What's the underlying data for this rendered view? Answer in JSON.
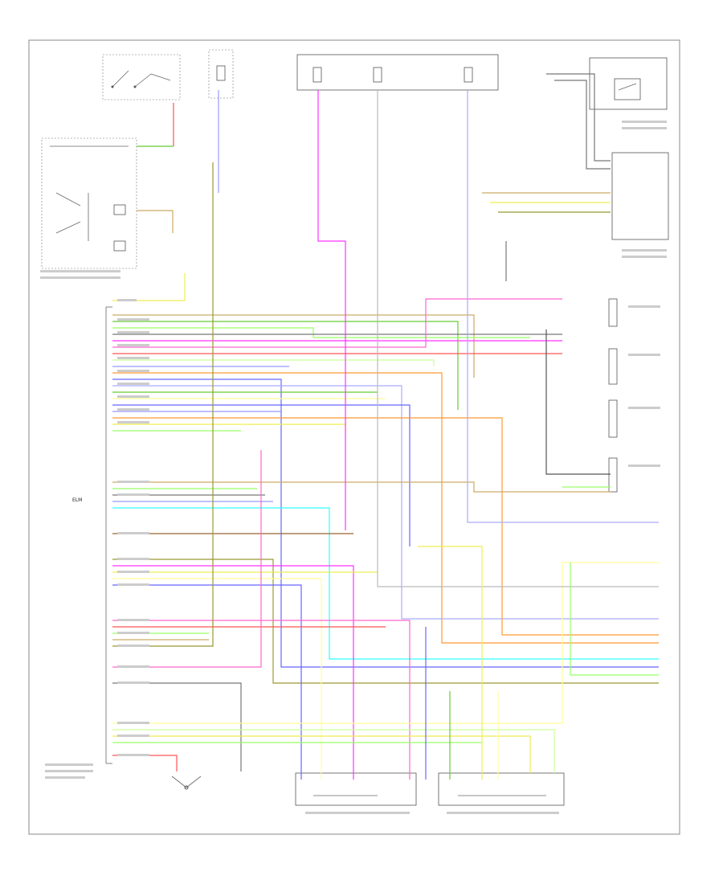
{
  "diagram": {
    "footer_code": "",
    "components": [
      {
        "id": "ignition-switch",
        "label": ""
      },
      {
        "id": "hot-at-all-times-fuse",
        "label": ""
      },
      {
        "id": "hot-in-run-fuse",
        "label": ""
      },
      {
        "id": "power-distribution-box",
        "label": ""
      },
      {
        "id": "central-locking-relay-module",
        "label": ""
      },
      {
        "id": "relay-block",
        "label": ""
      },
      {
        "id": "electronic-locking-module",
        "label": "ELM"
      },
      {
        "id": "driver-door-lock-switch",
        "label": ""
      },
      {
        "id": "passenger-door-lock-switch",
        "label": ""
      },
      {
        "id": "door-actuator-1",
        "label": ""
      },
      {
        "id": "door-actuator-2",
        "label": ""
      },
      {
        "id": "door-actuator-3",
        "label": ""
      },
      {
        "id": "door-actuator-4",
        "label": ""
      },
      {
        "id": "trunk-release-switch",
        "label": ""
      }
    ],
    "wire_colors": {
      "pink": "#ff66cc",
      "magenta": "#ff33ff",
      "blue": "#6666ff",
      "light-blue": "#9999ff",
      "green": "#66cc33",
      "light-green": "#99ff66",
      "yellow": "#eeee55",
      "light-yellow": "#ffff99",
      "orange": "#ff9933",
      "red": "#ff5555",
      "cyan": "#33ffff",
      "tan": "#ccaa66",
      "brown": "#996633",
      "olive": "#999933",
      "gray": "#777777",
      "black": "#333333"
    }
  }
}
